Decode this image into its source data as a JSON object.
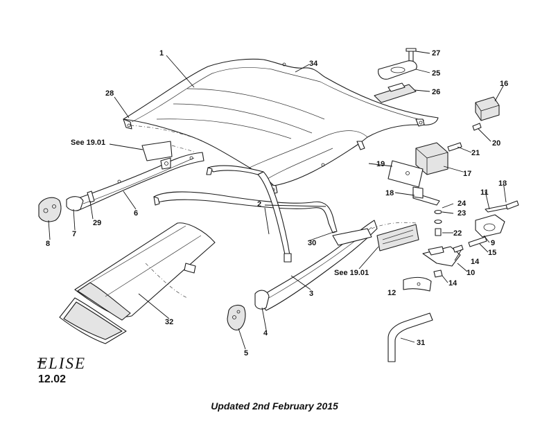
{
  "diagram": {
    "callouts": [
      "1",
      "2",
      "3",
      "4",
      "5",
      "6",
      "7",
      "8",
      "9",
      "10",
      "11",
      "12",
      "13",
      "14",
      "14",
      "15",
      "16",
      "17",
      "18",
      "19",
      "20",
      "21",
      "22",
      "23",
      "24",
      "25",
      "26",
      "27",
      "28",
      "29",
      "30",
      "31",
      "32",
      "34"
    ],
    "references": [
      "See 19.01",
      "See 19.01"
    ]
  },
  "branding": {
    "logo_text": "ELISE",
    "page_number": "12.02"
  },
  "footer": {
    "updated_text": "Updated 2nd February 2015"
  }
}
